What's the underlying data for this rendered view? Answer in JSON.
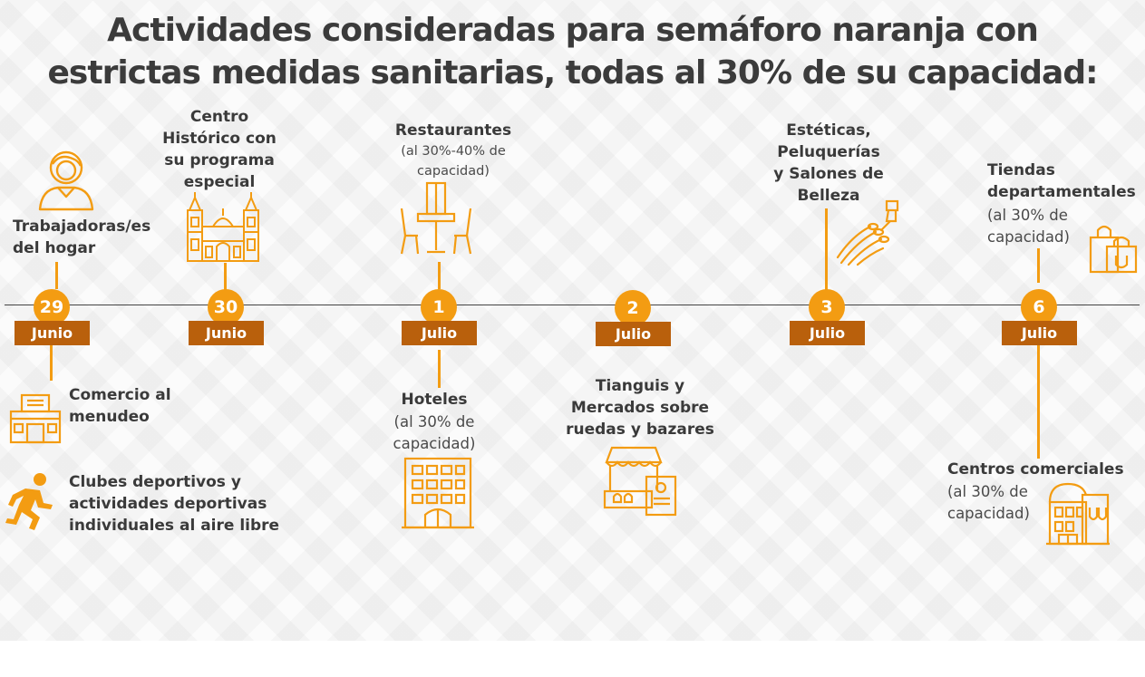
{
  "title": {
    "line1": "Actividades consideradas para semáforo naranja con",
    "line2": "estrictas medidas sanitarias, todas al 30% de su capacidad:"
  },
  "colors": {
    "accent": "#f39c12",
    "month_band": "#b9600c",
    "text": "#3a3a3a"
  },
  "dates": [
    {
      "day": "29",
      "month": "Junio"
    },
    {
      "day": "30",
      "month": "Junio"
    },
    {
      "day": "1",
      "month": "Julio"
    },
    {
      "day": "2",
      "month": "Julio"
    },
    {
      "day": "3",
      "month": "Julio"
    },
    {
      "day": "6",
      "month": "Julio"
    }
  ],
  "activities": {
    "trabajadoras": {
      "lines": [
        "Trabajadoras/es",
        "del hogar"
      ],
      "icon": "person-icon"
    },
    "comercio": {
      "lines": [
        "Comercio al",
        "menudeo"
      ],
      "icon": "store-icon"
    },
    "clubes": {
      "lines": [
        "Clubes deportivos y",
        "actividades deportivas",
        "individuales al aire libre"
      ],
      "icon": "runner-icon"
    },
    "centro": {
      "lines": [
        "Centro",
        "Histórico con",
        "su programa",
        "especial"
      ],
      "icon": "cathedral-icon"
    },
    "restaurantes": {
      "label": "Restaurantes",
      "note_lines": [
        "(al 30%-40% de",
        "capacidad)"
      ],
      "icon": "restaurant-table-icon"
    },
    "hoteles": {
      "label": "Hoteles",
      "note_lines": [
        "(al 30% de",
        "capacidad)"
      ],
      "icon": "hotel-icon"
    },
    "tianguis": {
      "lines": [
        "Tianguis y",
        "Mercados sobre",
        "ruedas y bazares"
      ],
      "icon": "market-stall-icon"
    },
    "esteticas": {
      "lines": [
        "Estéticas,",
        "Peluquerías",
        "y Salones de",
        "Belleza"
      ],
      "icon": "nail-polish-icon"
    },
    "tiendas": {
      "lines": [
        "Tiendas",
        "departamentales"
      ],
      "note_lines": [
        "(al 30% de",
        "capacidad)"
      ],
      "icon": "shopping-bags-icon"
    },
    "centros": {
      "label": "Centros comerciales",
      "note_lines": [
        "(al 30% de",
        "capacidad)"
      ],
      "icon": "mall-icon"
    }
  }
}
